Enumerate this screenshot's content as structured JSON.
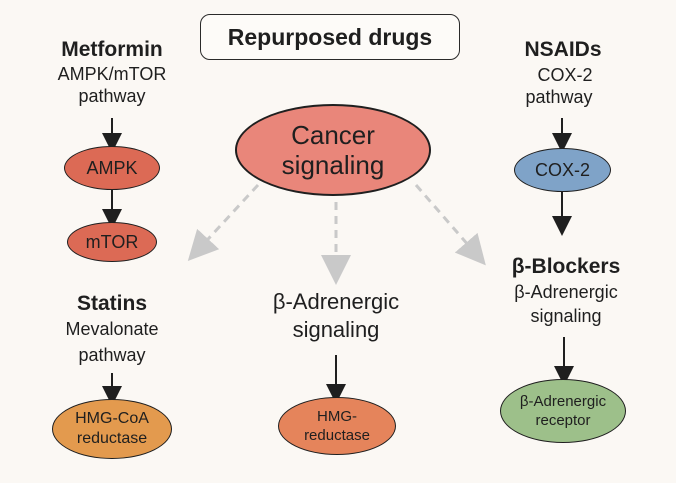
{
  "title": "Repurposed drugs",
  "center": {
    "label_line1": "Cancer",
    "label_line2": "signaling",
    "color": "#e9867a"
  },
  "metformin": {
    "drug": "Metformin",
    "pathway_line1": "AMPK/mTOR",
    "pathway_line2": "pathway",
    "nodes": [
      {
        "label": "AMPK",
        "color": "#dc6a55"
      },
      {
        "label": "mTOR",
        "color": "#dc6a55"
      }
    ]
  },
  "nsaids": {
    "drug": "NSAIDs",
    "pathway_line1": "COX-2",
    "pathway_line2": "pathway",
    "nodes": [
      {
        "label": "COX-2",
        "color": "#7fa3c8"
      }
    ]
  },
  "statins": {
    "drug": "Statins",
    "pathway_line1": "Mevalonate",
    "pathway_line2": "pathway",
    "nodes": [
      {
        "label_line1": "HMG-CoA",
        "label_line2": "reductase",
        "color": "#e39a4e"
      }
    ]
  },
  "adrenergic": {
    "heading_line1": "β-Adrenergic",
    "heading_line2": "signaling",
    "nodes": [
      {
        "label_line1": "HMG-",
        "label_line2": "reductase",
        "color": "#e5845b"
      }
    ]
  },
  "beta_blockers": {
    "drug": "β-Blockers",
    "pathway_line1": "β-Adrenergic",
    "pathway_line2": "signaling",
    "nodes": [
      {
        "label_line1": "β-Adrenergic",
        "label_line2": "receptor",
        "color": "#9dc08a"
      }
    ]
  },
  "colors": {
    "arrow": "#1f1f1f",
    "dashed_arrow": "#c9c9c9",
    "background": "#fbf8f4"
  }
}
